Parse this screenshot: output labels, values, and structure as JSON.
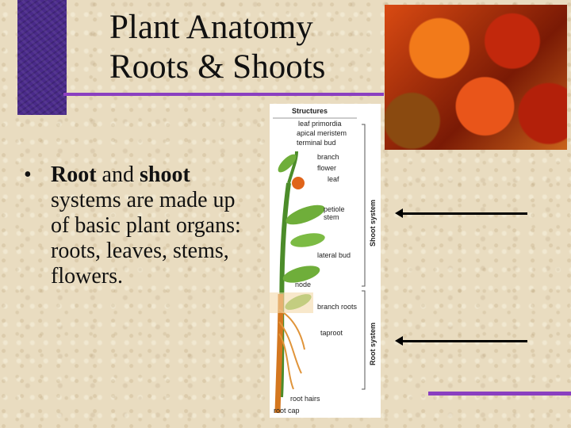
{
  "slide": {
    "title_line1": "Plant Anatomy",
    "title_line2": "Roots & Shoots",
    "bullet": {
      "symbol": "•",
      "bold1": "Root",
      "text1": " and ",
      "bold2": "shoot",
      "text2": " systems are made up of basic plant organs: roots, leaves, stems, flowers."
    }
  },
  "diagram": {
    "heading": "Structures",
    "labels": [
      "leaf primordia",
      "apical meristem",
      "terminal bud",
      "branch",
      "flower",
      "leaf",
      "petiole",
      "stem",
      "lateral bud",
      "node",
      "branch roots",
      "taproot",
      "root hairs",
      "root cap"
    ],
    "shoot_system": "Shoot system",
    "root_system": "Root system"
  },
  "colors": {
    "accent_purple": "#8a3fc0",
    "block_purple": "#4a2a8a"
  }
}
